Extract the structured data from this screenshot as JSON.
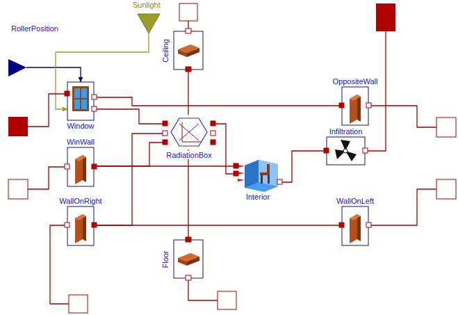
{
  "diagram": {
    "nodes": [
      {
        "text": [
          "RollerPosition"
        ]
      },
      {
        "text": [
          "Sunlight"
        ]
      },
      {
        "text": [
          "Window"
        ]
      },
      {
        "text": [
          "WinWall"
        ]
      },
      {
        "text": [
          "WallOnRight"
        ]
      },
      {
        "text": [
          "RadiationBox"
        ]
      },
      {
        "text": [
          "Ceiling"
        ]
      },
      {
        "text": [
          "Floor"
        ]
      },
      {
        "text": [
          "OppositeWall"
        ]
      },
      {
        "text": [
          "Infiltration"
        ]
      },
      {
        "text": [
          "Interior"
        ]
      },
      {
        "text": [
          "WallOnLeft"
        ]
      }
    ],
    "edges": [
      {
        "from": 0,
        "to": 2,
        "arrow": "to"
      },
      {
        "from": 1,
        "to": 2,
        "arrow": "to"
      },
      {
        "from": 2,
        "to": 8,
        "arrow": "none"
      },
      {
        "from": 2,
        "to": 5,
        "arrow": "none"
      },
      {
        "from": 3,
        "to": 5,
        "arrow": "none"
      },
      {
        "from": 3,
        "to": 10,
        "arrow": "none"
      },
      {
        "from": 4,
        "to": 11,
        "arrow": "none"
      },
      {
        "from": 4,
        "to": 5,
        "arrow": "none"
      },
      {
        "from": 6,
        "to": 7,
        "arrow": "none"
      },
      {
        "from": 5,
        "to": 10,
        "arrow": "none"
      },
      {
        "from": 9,
        "to": 10,
        "arrow": "none"
      }
    ]
  }
}
